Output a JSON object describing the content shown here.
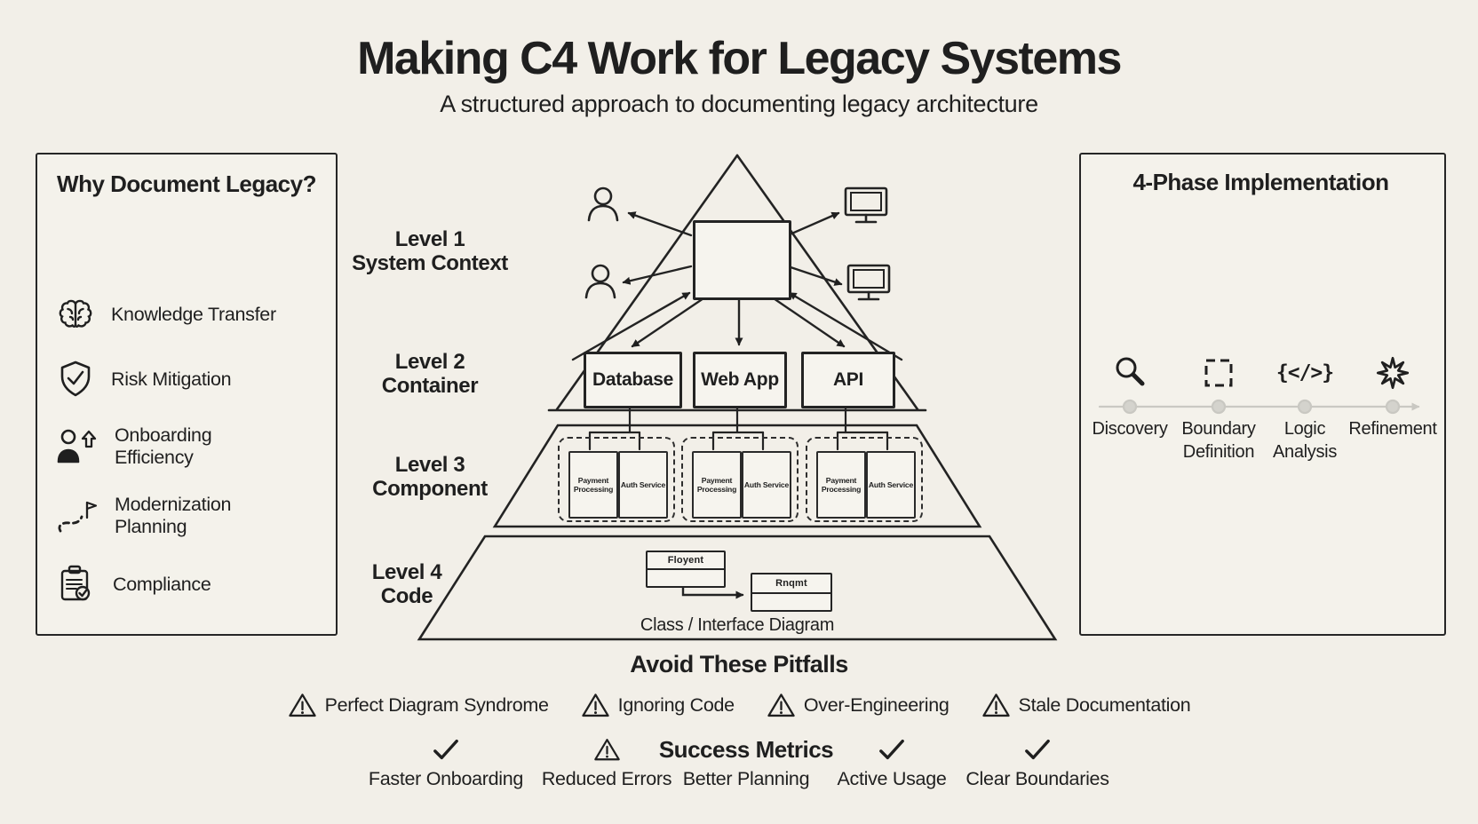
{
  "colors": {
    "background": "#f2efe8",
    "ink": "#1f1f1f"
  },
  "header": {
    "title": "Making C4 Work for Legacy Systems",
    "subtitle": "A structured approach to documenting legacy architecture"
  },
  "left_panel": {
    "title": "Why Document Legacy?",
    "items": [
      {
        "icon": "brain-icon",
        "label": "Knowledge Transfer"
      },
      {
        "icon": "shield-check-icon",
        "label": "Risk Mitigation"
      },
      {
        "icon": "onboarding-person-icon",
        "label": "Onboarding Efficiency"
      },
      {
        "icon": "route-flag-icon",
        "label": "Modernization Planning"
      },
      {
        "icon": "clipboard-check-icon",
        "label": "Compliance"
      }
    ]
  },
  "pyramid": {
    "levels": [
      {
        "name": "Level 1",
        "sublabel": "System Context"
      },
      {
        "name": "Level 2",
        "sublabel": "Container"
      },
      {
        "name": "Level 3",
        "sublabel": "Component"
      },
      {
        "name": "Level 4",
        "sublabel": "Code"
      }
    ],
    "containers": [
      "Database",
      "Web App",
      "API"
    ],
    "component_groups": [
      [
        "Payment Processing",
        "Auth Service"
      ],
      [
        "Payment Processing",
        "Auth Service"
      ],
      [
        "Payment Processing",
        "Auth Service"
      ]
    ],
    "code_classes": [
      "Floyent",
      "Rnqmt"
    ],
    "code_caption": "Class / Interface Diagram"
  },
  "right_panel": {
    "title": "4-Phase Implementation",
    "phases": [
      {
        "icon": "magnifier-icon",
        "label": "Discovery"
      },
      {
        "icon": "boundary-marquee-icon",
        "label": "Boundary Definition"
      },
      {
        "icon": "code-braces-icon",
        "glyph": "{</>}",
        "label": "Logic Analysis"
      },
      {
        "icon": "starburst-icon",
        "label": "Refinement"
      }
    ]
  },
  "pitfalls": {
    "title": "Avoid These Pitfalls",
    "items": [
      "Perfect Diagram Syndrome",
      "Ignoring Code",
      "Over-Engineering",
      "Stale Documentation"
    ]
  },
  "metrics": {
    "title": "Success Metrics",
    "items": [
      {
        "icon": "check-icon",
        "label": "Faster Onboarding"
      },
      {
        "icon": "warning-icon",
        "label": "Reduced Errors"
      },
      {
        "icon": "none",
        "label": "Better Planning"
      },
      {
        "icon": "check-icon",
        "label": "Active Usage"
      },
      {
        "icon": "check-icon",
        "label": "Clear Boundaries"
      }
    ]
  }
}
